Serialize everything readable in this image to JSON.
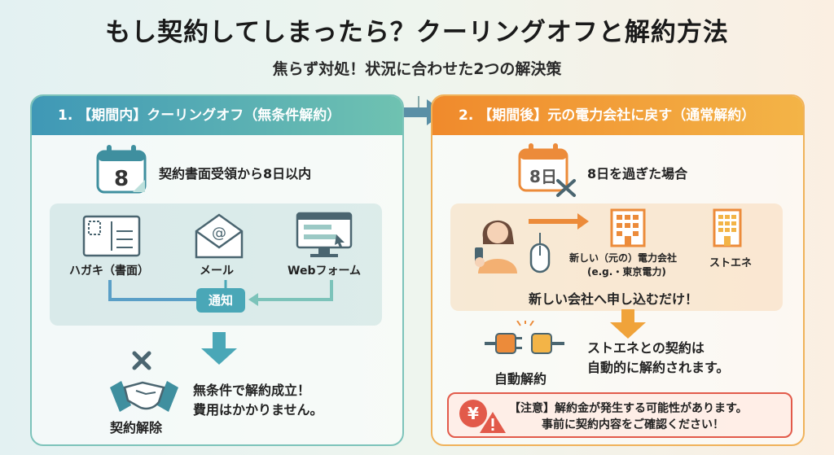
{
  "title": "もし契約してしまったら？クーリングオフと解約方法",
  "subtitle": "焦らず対処！状況に合わせた2つの解決策",
  "left": {
    "header": "1. 【期間内】クーリングオフ（無条件解約）",
    "calendar_number": "8",
    "deadline": "契約書面受領から8日以内",
    "methods": [
      "ハガキ（書面）",
      "メール",
      "Webフォーム"
    ],
    "notice_label": "通知",
    "result_line1": "無条件で解約成立！",
    "result_line2": "費用はかかりません。",
    "result_label": "契約解除"
  },
  "right": {
    "header": "2. 【期間後】元の電力会社に戻す（通常解約）",
    "calendar_text": "8日",
    "condition": "8日を過ぎた場合",
    "company_line1": "新しい（元の）電力会社",
    "company_line2": "(e.g.・東京電力)",
    "stoene": "ストエネ",
    "apply_text": "新しい会社へ申し込むだけ！",
    "auto_label": "自動解約",
    "auto_line1": "ストエネとの契約は",
    "auto_line2": "自動的に解約されます。",
    "warning_line1": "【注意】解約金が発生する可能性があります。",
    "warning_line2": "事前に契約内容をご確認ください！",
    "yen_symbol": "¥"
  },
  "colors": {
    "teal": "#4aa7b7",
    "orange": "#f08a2c",
    "warning_red": "#e25a4a"
  }
}
